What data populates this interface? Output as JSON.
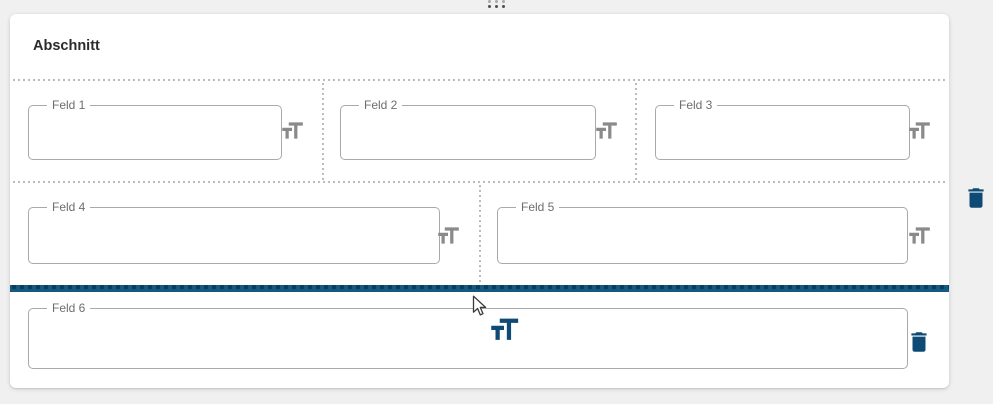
{
  "window": {
    "background_color": "#f0f0f0"
  },
  "section": {
    "title": "Abschnitt",
    "drag_handle_icon": "drag-dots-icon",
    "delete_icon": "trash-icon"
  },
  "fields": [
    {
      "label": "Feld 1",
      "value": "",
      "action_icon": "format-size-icon"
    },
    {
      "label": "Feld 2",
      "value": "",
      "action_icon": "format-size-icon"
    },
    {
      "label": "Feld 3",
      "value": "",
      "action_icon": "format-size-icon"
    },
    {
      "label": "Feld 4",
      "value": "",
      "action_icon": "format-size-icon"
    },
    {
      "label": "Feld 5",
      "value": "",
      "action_icon": "format-size-icon"
    },
    {
      "label": "Feld 6",
      "value": "",
      "action_icon": "trash-icon"
    }
  ],
  "drag_state": {
    "ghost_icon": "format-size-icon",
    "cursor": "arrow-pointer",
    "drop_indicator_visible": true
  },
  "colors": {
    "accent_blue": "#16597f",
    "indicator_dash": "#0b3b5e",
    "icon_blue": "#0d4a75",
    "icon_gray": "#8a8a8a",
    "field_border": "#a9a9a9",
    "label_text": "#6e6e6e",
    "dotted_line": "#b5b5b5",
    "title_text": "#2b2b2b"
  }
}
